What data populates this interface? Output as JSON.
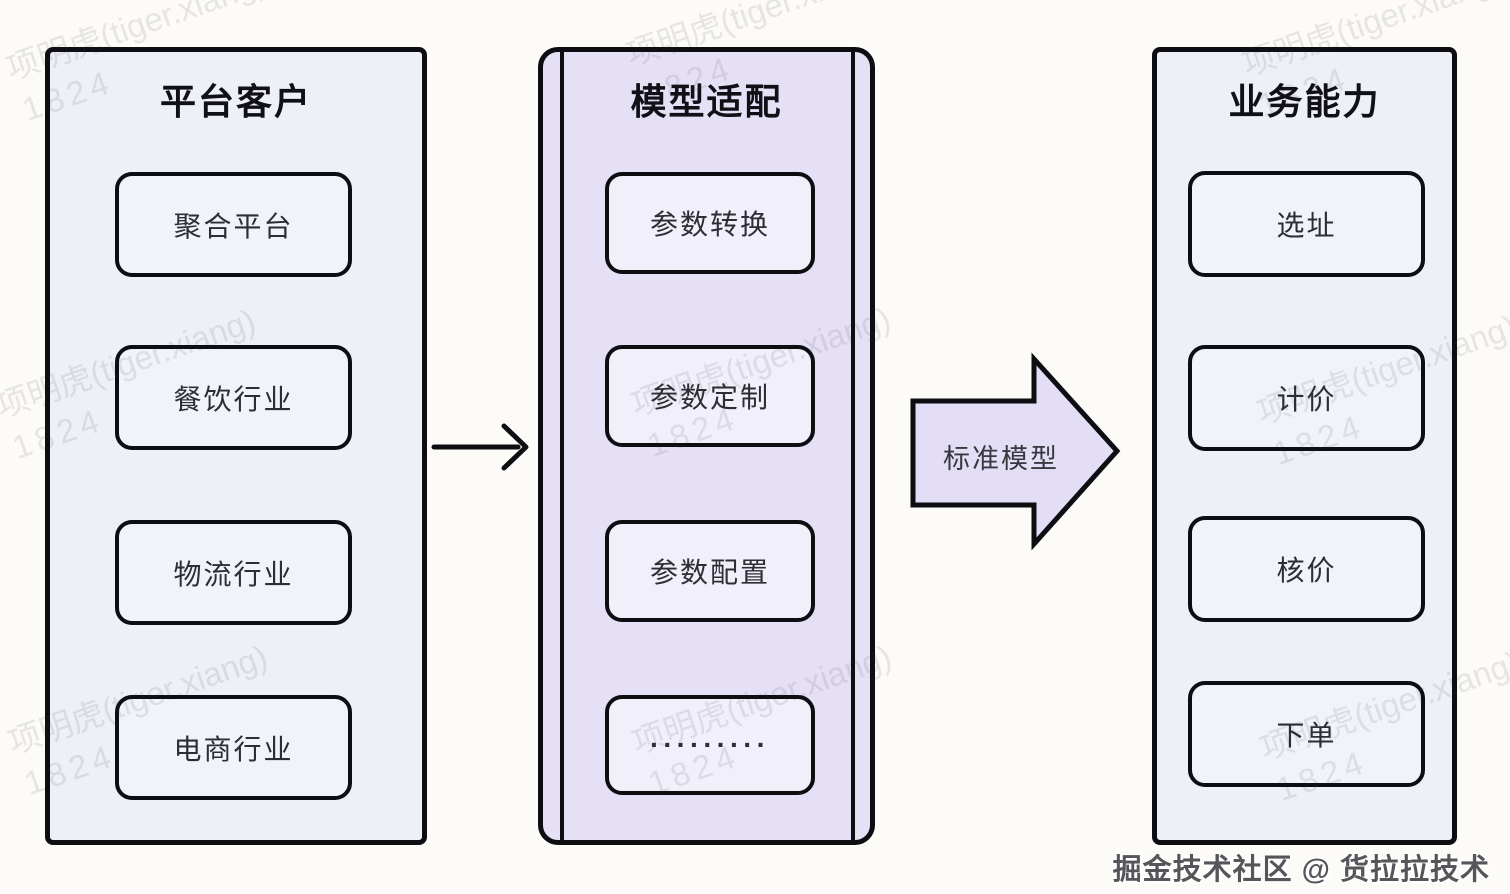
{
  "diagram": {
    "columns": [
      {
        "title": "平台客户",
        "items": [
          "聚合平台",
          "餐饮行业",
          "物流行业",
          "电商行业"
        ]
      },
      {
        "title": "模型适配",
        "items": [
          "参数转换",
          "参数定制",
          "参数配置",
          "·········"
        ]
      },
      {
        "title": "业务能力",
        "items": [
          "选址",
          "计价",
          "核价",
          "下单"
        ]
      }
    ],
    "connector_label": "标准模型"
  },
  "watermark": {
    "line1": "项明虎(tiger.xiang)",
    "line2": "1824"
  },
  "credit": "掘金技术社区 @ 货拉拉技术",
  "colors": {
    "background": "#fcfbf8",
    "column_fill": "#edf0f7",
    "adapter_fill": "#e6e0f6",
    "node_fill": "#f1f3fa",
    "adapter_node_fill": "#f1eff9",
    "arrow_fill": "#e4ddf6",
    "border": "#0e0e12"
  }
}
